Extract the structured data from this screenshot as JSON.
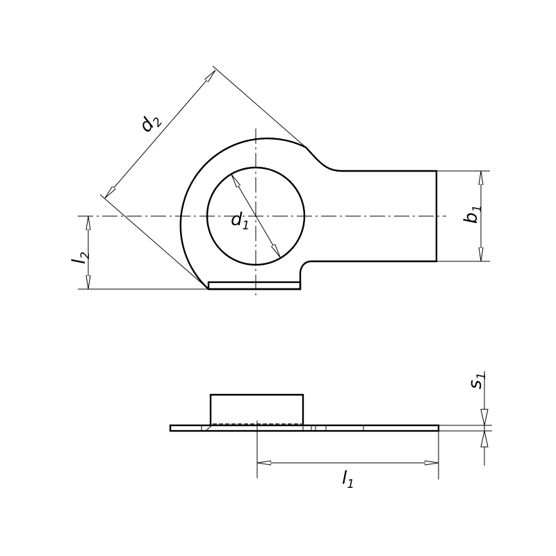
{
  "drawing": {
    "line_color": "#000000",
    "background": "#ffffff",
    "dimensions": {
      "d2": {
        "base": "d",
        "sub": "2"
      },
      "d1": {
        "base": "d",
        "sub": "1"
      },
      "l2": {
        "base": "l",
        "sub": "2"
      },
      "b1": {
        "base": "b",
        "sub": "1"
      },
      "l1": {
        "base": "l",
        "sub": "1"
      },
      "s1": {
        "base": "s",
        "sub": "1"
      }
    }
  }
}
